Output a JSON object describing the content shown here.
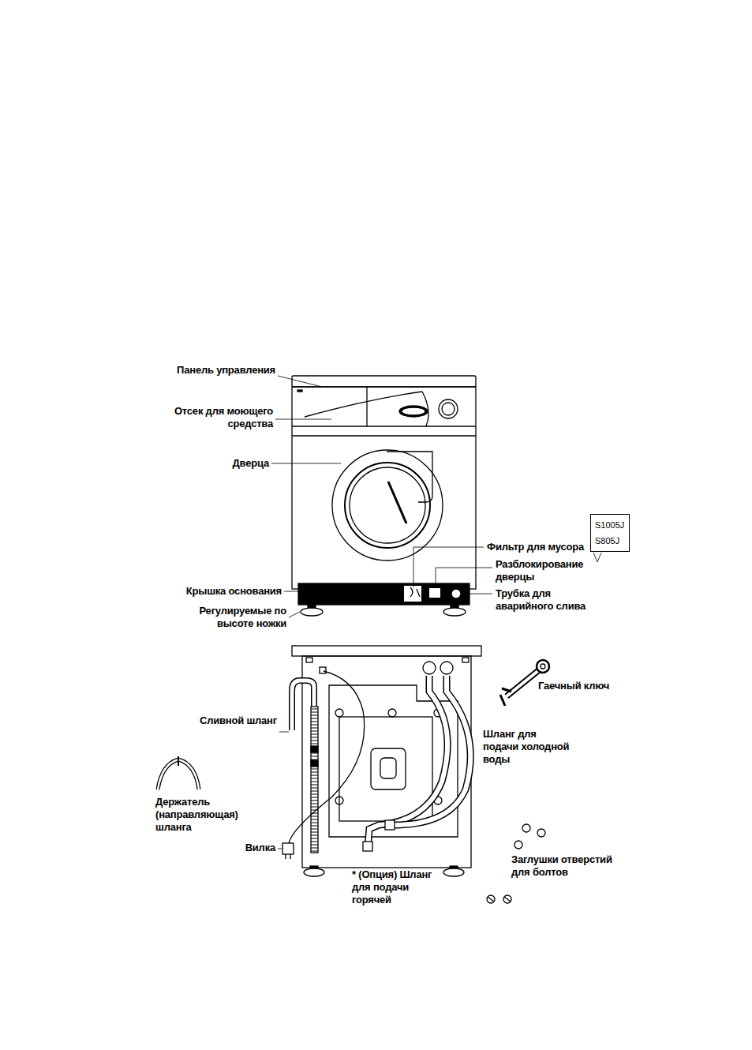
{
  "diagram": {
    "nodes": [
      {
        "text": [
          "S1005J",
          "S805J"
        ]
      }
    ],
    "labels": [
      "Панель управления",
      "Отсек для моющего средства",
      "Дверца",
      "Фильтр для мусора",
      "Разблокирование дверцы",
      "Крышка основания",
      "Трубка для аварийного слива",
      "Регулируемые по высоте ножки",
      "Гаечный ключ",
      "Сливной шланг",
      "Шланг для подачи холодной воды",
      "Держатель (направляющая) шланга",
      "Вилка",
      "Заглушки отверстий для болтов",
      "* (Опция) Шланг для подачи горячей"
    ]
  }
}
